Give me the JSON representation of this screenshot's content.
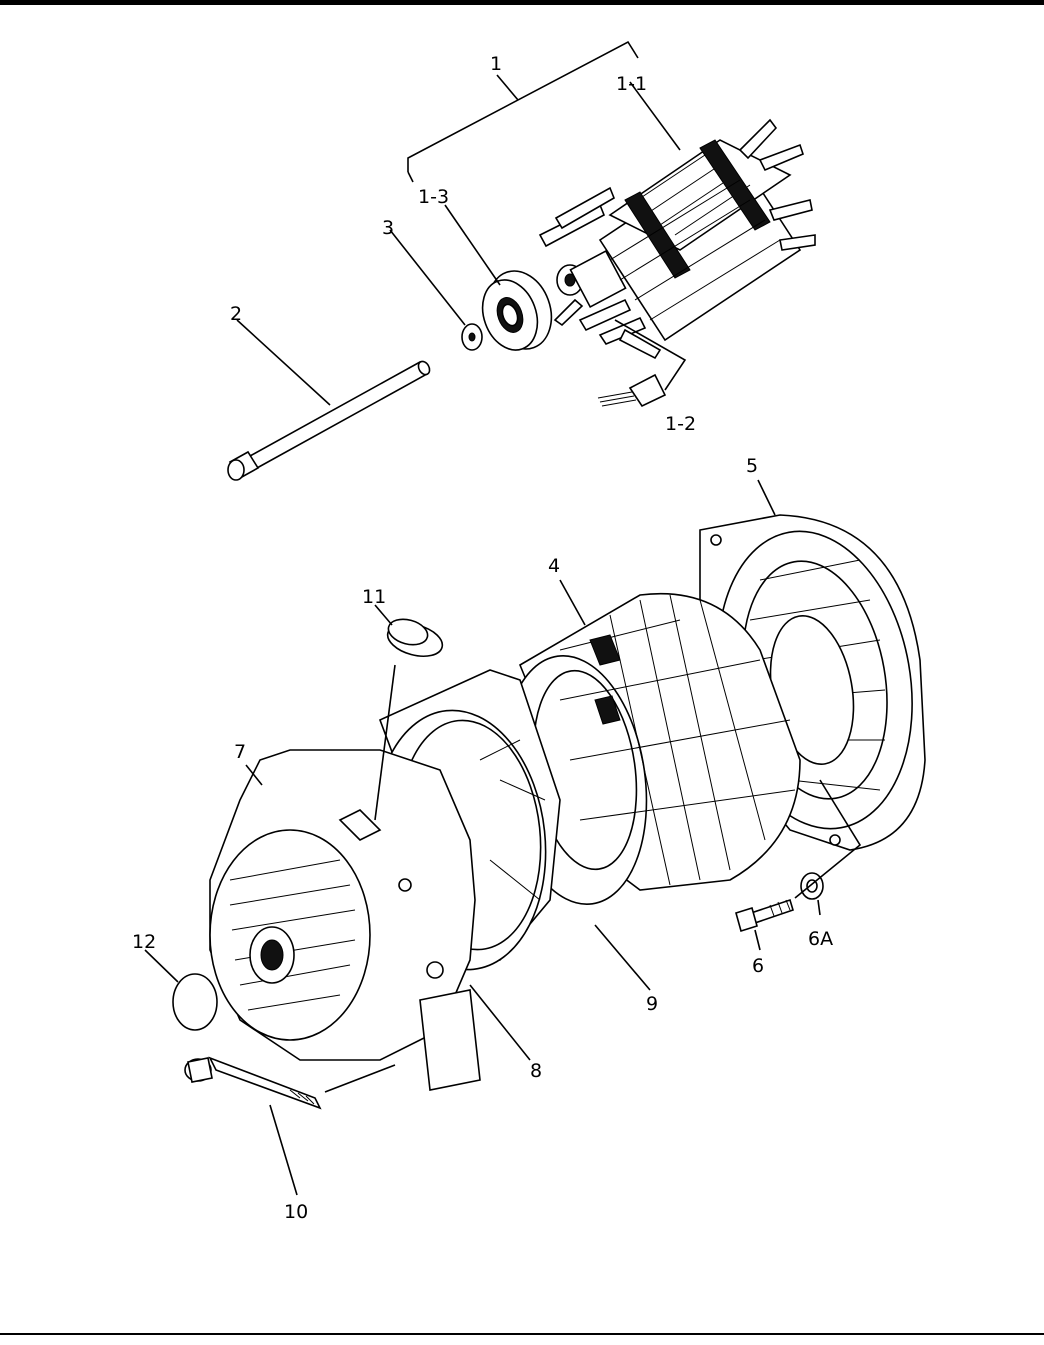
{
  "callouts": [
    {
      "id": "c1",
      "text": "1"
    },
    {
      "id": "c1-1",
      "text": "1-1"
    },
    {
      "id": "c1-2",
      "text": "1-2"
    },
    {
      "id": "c1-3",
      "text": "1-3"
    },
    {
      "id": "c2",
      "text": "2"
    },
    {
      "id": "c3",
      "text": "3"
    },
    {
      "id": "c4",
      "text": "4"
    },
    {
      "id": "c5",
      "text": "5"
    },
    {
      "id": "c6",
      "text": "6"
    },
    {
      "id": "c6A",
      "text": "6A"
    },
    {
      "id": "c7",
      "text": "7"
    },
    {
      "id": "c8",
      "text": "8"
    },
    {
      "id": "c9",
      "text": "9"
    },
    {
      "id": "c10",
      "text": "10"
    },
    {
      "id": "c11",
      "text": "11"
    },
    {
      "id": "c12",
      "text": "12"
    }
  ]
}
